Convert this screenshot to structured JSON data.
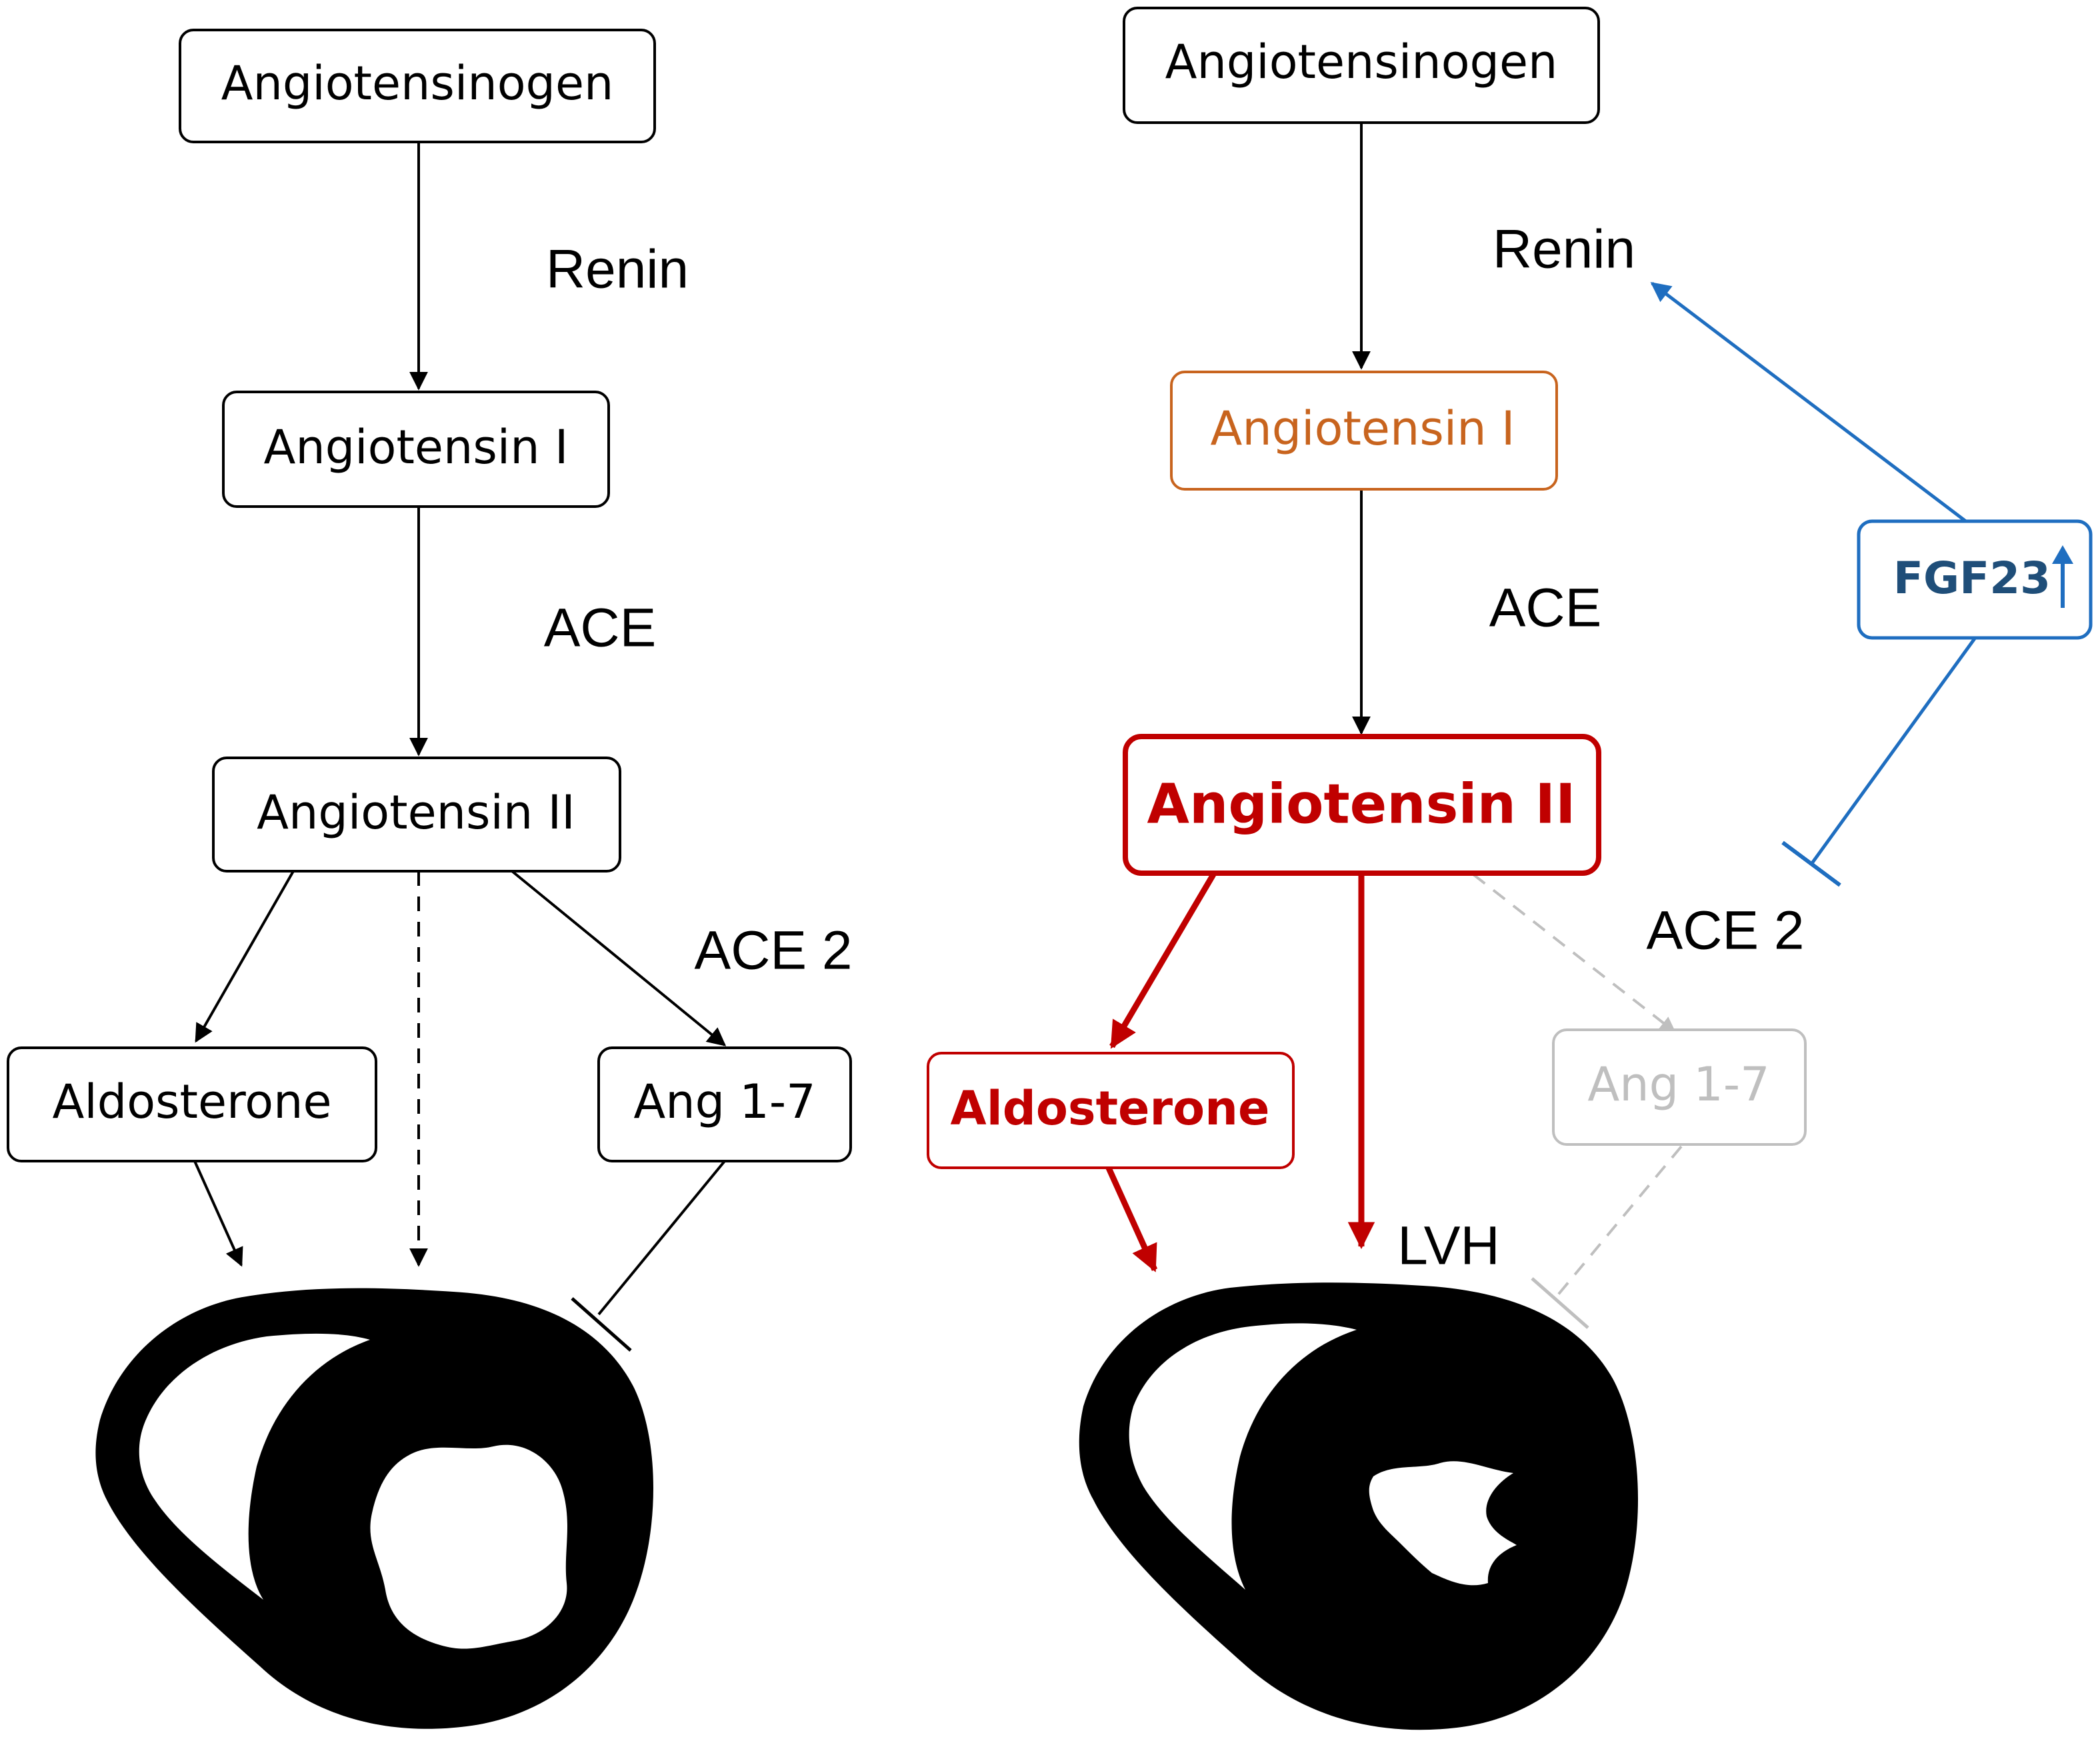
{
  "colors": {
    "normal": "#000000",
    "angiotensin_i_upregulated": "#C8641E",
    "upregulated_pathway": "#C00000",
    "fgf23": "#1F6EC0",
    "fgf23_text": "#1F4E79",
    "suppressed": "#BFBFBF"
  },
  "left_panel": {
    "nodes": {
      "angiotensinogen": "Angiotensinogen",
      "angiotensin_i": "Angiotensin I",
      "angiotensin_ii": "Angiotensin II",
      "aldosterone": "Aldosterone",
      "ang_1_7": "Ang 1-7"
    },
    "enzymes": {
      "renin": "Renin",
      "ace": "ACE",
      "ace2": "ACE 2"
    },
    "icons": [
      "heart-cross-section-icon"
    ]
  },
  "right_panel": {
    "nodes": {
      "angiotensinogen": "Angiotensinogen",
      "angiotensin_i": "Angiotensin I",
      "angiotensin_ii": "Angiotensin II",
      "aldosterone": "Aldosterone",
      "ang_1_7": "Ang 1-7",
      "fgf23": "FGF23"
    },
    "enzymes": {
      "renin": "Renin",
      "ace": "ACE",
      "ace2": "ACE 2"
    },
    "annotations": {
      "lvh": "LVH"
    },
    "icons": [
      "up-arrow-icon",
      "heart-cross-section-hypertrophy-icon"
    ]
  }
}
